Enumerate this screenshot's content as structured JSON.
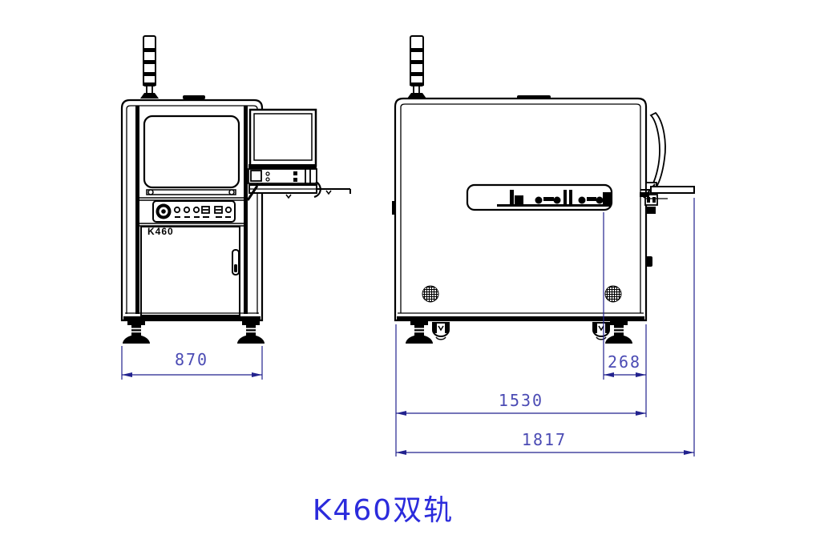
{
  "title": {
    "text": "K460双轨"
  },
  "colors": {
    "background": "#FFFFFF",
    "drawing_line": "#000000",
    "dimension_line": "#22228E",
    "dimension_text": "#4B4BB4",
    "title_text": "#2B2BDC"
  },
  "front_view": {
    "model_label": "K460",
    "width_dimension": "870"
  },
  "side_view": {
    "rail_offset_dimension": "268",
    "body_width_dimension": "1530",
    "overall_width_dimension": "1817"
  }
}
